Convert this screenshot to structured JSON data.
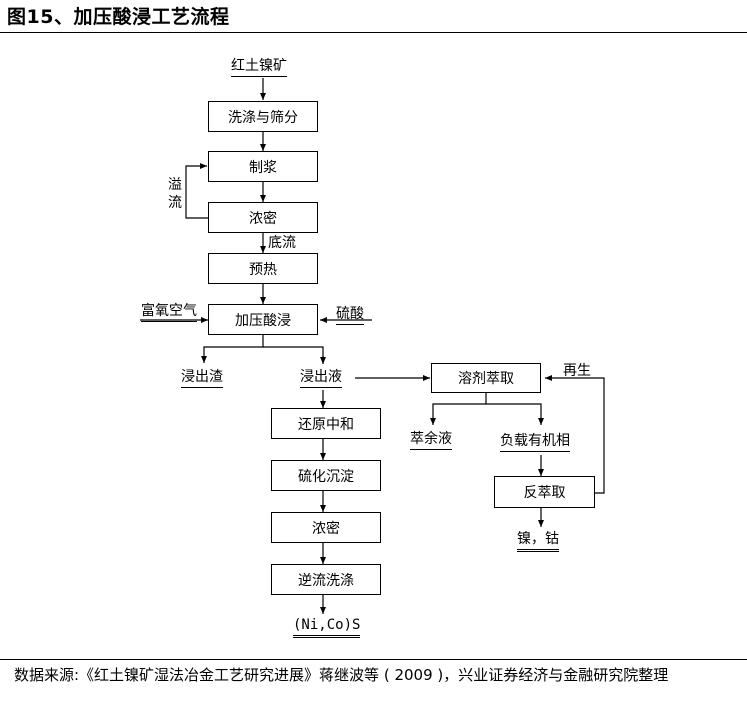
{
  "title": "图15、加压酸浸工艺流程",
  "flow": {
    "ore": "红土镍矿",
    "wash": "洗涤与筛分",
    "slurry": "制浆",
    "thicken1": "浓密",
    "overflow": "溢流",
    "underflow": "底流",
    "preheat": "预热",
    "air": "富氧空气",
    "acid": "硫酸",
    "hpal": "加压酸浸",
    "residue": "浸出渣",
    "leachate": "浸出液",
    "reduce": "还原中和",
    "sulfide": "硫化沉淀",
    "thicken2": "浓密",
    "ccd": "逆流洗涤",
    "product_s": "(Ni,Co)S",
    "extract": "溶剂萃取",
    "regen": "再生",
    "raffinate": "萃余液",
    "loaded": "负载有机相",
    "strip": "反萃取",
    "metals": "镍，钴"
  },
  "source": "数据来源:《红土镍矿湿法冶金工艺研究进展》蒋继波等 ( 2009 )，兴业证券经济与金融研究院整理"
}
